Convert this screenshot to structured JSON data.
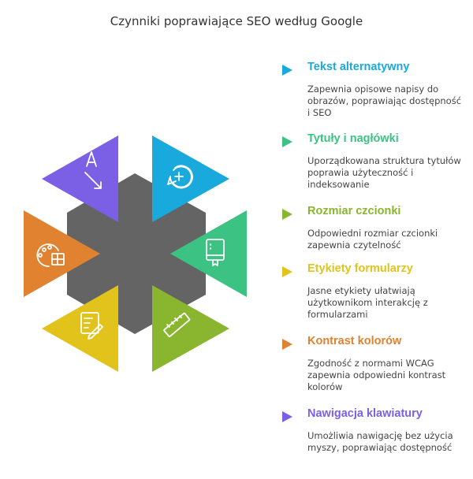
{
  "title": "Czynniki poprawiające SEO według Google",
  "items": [
    {
      "heading": "Tekst alternatywny",
      "description": "Zapewnia opisowe napisy do obrazów, poprawiając dostępność i SEO",
      "color": "#1aa9dd",
      "icon": "chat-plus-icon"
    },
    {
      "heading": "Tytuły i nagłówki",
      "description": "Uporządkowana struktura tytułów poprawia użyteczność i indeksowanie",
      "color": "#3cc282",
      "icon": "book-icon"
    },
    {
      "heading": "Rozmiar czcionki",
      "description": "Odpowiedni rozmiar czcionki zapewnia czytelność",
      "color": "#8ab52f",
      "icon": "ruler-icon"
    },
    {
      "heading": "Etykiety formularzy",
      "description": "Jasne etykiety ułatwiają użytkownikom interakcję z formularzami",
      "color": "#e1c31c",
      "icon": "form-edit-icon"
    },
    {
      "heading": "Kontrast kolorów",
      "description": "Zgodność z normami WCAG zapewnia odpowiedni kontrast kolorów",
      "color": "#e0822f",
      "icon": "palette-icon"
    },
    {
      "heading": "Nawigacja klawiatury",
      "description": "Umożliwia nawigację bez użycia myszy, poprawiając dostępność",
      "color": "#7b5fe4",
      "icon": "pointer-cursor-icon"
    }
  ],
  "center_color": "#646464"
}
